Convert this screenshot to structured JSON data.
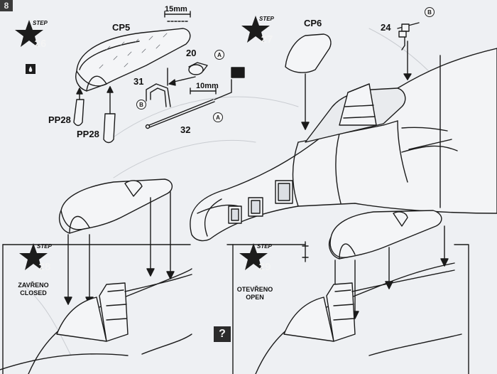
{
  "page": {
    "number": "8"
  },
  "steps": [
    {
      "word": "STEP",
      "number": "26"
    },
    {
      "word": "STEP",
      "number": "27"
    },
    {
      "word": "STEP",
      "number": "28",
      "caption_cz": "ZAVŘENO",
      "caption_en": "CLOSED"
    },
    {
      "word": "STEP",
      "number": "29",
      "caption_cz": "OTEVŘENO",
      "caption_en": "OPEN"
    }
  ],
  "parts": {
    "cp5": "CP5",
    "cp6": "CP6",
    "p20": "20",
    "p24": "24",
    "p31": "31",
    "p32": "32",
    "pp28_a": "PP28",
    "pp28_b": "PP28"
  },
  "dimensions": {
    "d15": "15mm",
    "d10": "10mm"
  },
  "glue_marks": {
    "a": "A",
    "b": "B"
  },
  "help_symbol": "?",
  "colors": {
    "ink": "#1a1a1a",
    "paper": "#eef0f3",
    "star": "#1c1c1c"
  }
}
